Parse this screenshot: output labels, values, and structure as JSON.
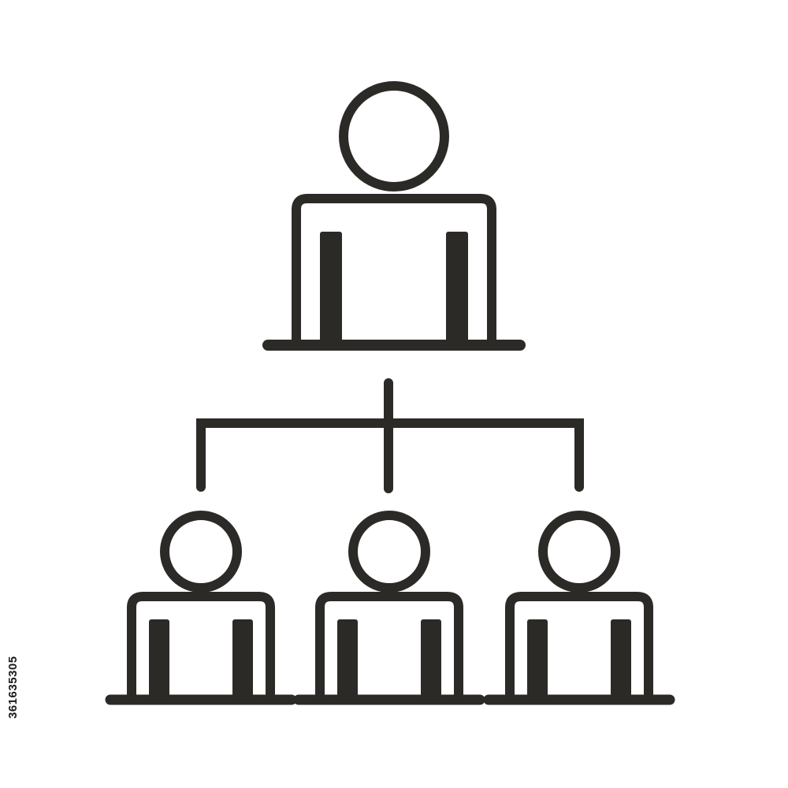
{
  "icon": {
    "name": "org-chart-icon",
    "stroke_color": "#2b2a26",
    "background_color": "#ffffff"
  },
  "hierarchy": {
    "top": {
      "name": "manager-figure",
      "icon": "person-at-desk-icon"
    },
    "bottom": [
      {
        "name": "employee-figure-left",
        "icon": "person-at-desk-icon"
      },
      {
        "name": "employee-figure-center",
        "icon": "person-at-desk-icon"
      },
      {
        "name": "employee-figure-right",
        "icon": "person-at-desk-icon"
      }
    ]
  },
  "side_id": "361635305"
}
